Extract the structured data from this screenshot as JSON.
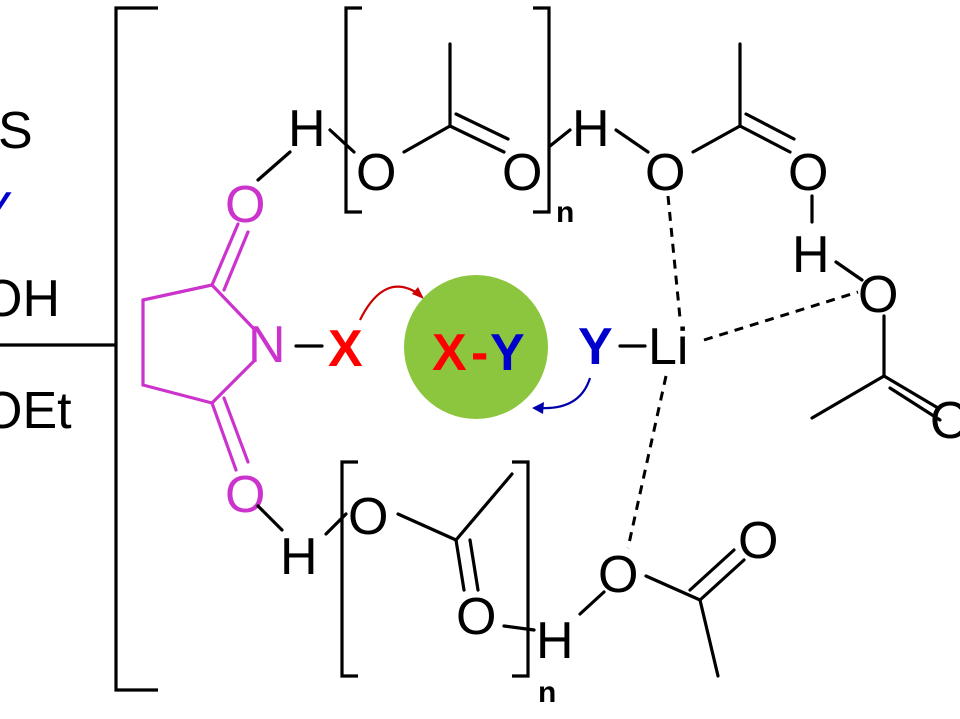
{
  "colors": {
    "black": "#000000",
    "magenta": "#cc33cc",
    "red": "#ff0000",
    "blue": "#0000cc",
    "green_circle": "#8cc63f",
    "arrow_red": "#cc0000",
    "arrow_blue": "#0000aa"
  },
  "left_labels": {
    "line1": "S",
    "line2": "Y",
    "line3": "OH",
    "line4": "OEt"
  },
  "atoms": {
    "H": "H",
    "O": "O",
    "N": "N",
    "X": "X",
    "Y": "Y",
    "Li": "Li",
    "dash": "-",
    "n": "n"
  },
  "center_label": {
    "x": "X",
    "sep": "-",
    "y": "Y"
  }
}
